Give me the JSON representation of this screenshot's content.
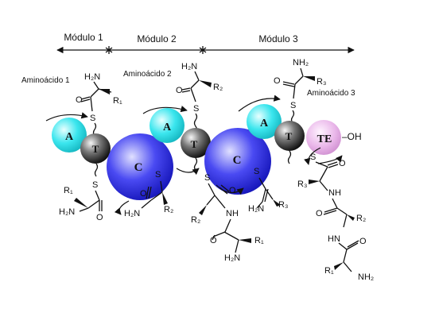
{
  "modules": {
    "m1": "Módulo 1",
    "m2": "Módulo 2",
    "m3": "Módulo 3"
  },
  "amino_labels": {
    "a1": "Aminoácido 1",
    "a2": "Aminoácido 2",
    "a3": "Aminoácido 3"
  },
  "domains": {
    "adenylation": "A",
    "thiolation": "T",
    "condensation": "C",
    "thioesterase": "TE"
  },
  "te_suffix": "–OH",
  "chem": {
    "H2N": "H₂N",
    "NH2": "NH₂",
    "NH": "NH",
    "HN": "HN",
    "S": "S",
    "O": "O",
    "R1": "R₁",
    "R2": "R₂",
    "R3": "R₃"
  },
  "colors": {
    "adenylation": "#2ee0e8",
    "thiolation": "#333333",
    "condensation": "#2f2fe6",
    "thioesterase": "#e6aee6"
  }
}
